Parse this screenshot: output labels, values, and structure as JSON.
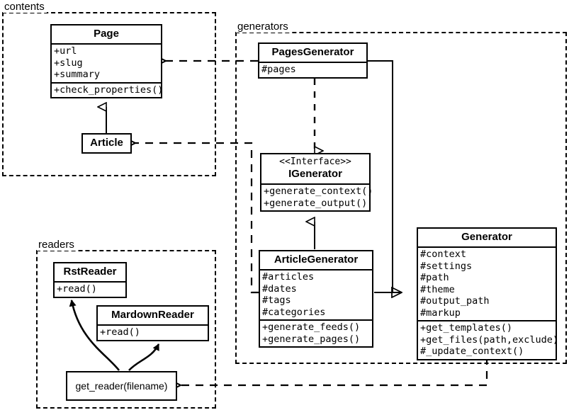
{
  "diagram": {
    "title": "Pelican UML class diagram",
    "background": "#ffffff",
    "line_color": "#000000"
  },
  "packages": [
    {
      "name": "contents",
      "label": "contents"
    },
    {
      "name": "generators",
      "label": "generators"
    },
    {
      "name": "readers",
      "label": "readers"
    }
  ],
  "classes": {
    "page": {
      "name": "Page",
      "attributes": [
        "+url",
        "+slug",
        "+summary"
      ],
      "operations": [
        "+check_properties()"
      ]
    },
    "article": {
      "name": "Article",
      "attributes": [],
      "operations": []
    },
    "pages_generator": {
      "name": "PagesGenerator",
      "attributes": [
        "#pages"
      ],
      "operations": []
    },
    "igenerator": {
      "stereotype": "<<Interface>>",
      "name": "IGenerator",
      "attributes": [],
      "operations": [
        "+generate_context()",
        "+generate_output()"
      ]
    },
    "article_generator": {
      "name": "ArticleGenerator",
      "attributes": [
        "#articles",
        "#dates",
        "#tags",
        "#categories"
      ],
      "operations": [
        "+generate_feeds()",
        "+generate_pages()"
      ]
    },
    "generator": {
      "name": "Generator",
      "attributes": [
        "#context",
        "#settings",
        "#path",
        "#theme",
        "#output_path",
        "#markup"
      ],
      "operations": [
        "+get_templates()",
        "+get_files(path,exclude)",
        "#_update_context()"
      ]
    },
    "rst_reader": {
      "name": "RstReader",
      "attributes": [],
      "operations": [
        "+read()"
      ]
    },
    "mardown_reader": {
      "name": "MardownReader",
      "attributes": [],
      "operations": [
        "+read()"
      ]
    },
    "get_reader": {
      "name": "get_reader(filename)"
    }
  },
  "relationships": [
    {
      "name": "article-inherits-page",
      "type": "generalization",
      "from": "Article",
      "to": "Page"
    },
    {
      "name": "pagesgenerator-realizes-igenerator",
      "type": "realization",
      "from": "PagesGenerator",
      "to": "IGenerator"
    },
    {
      "name": "articlegenerator-implements-igenerator",
      "type": "generalization",
      "from": "ArticleGenerator",
      "to": "IGenerator"
    },
    {
      "name": "articlegenerator-inherits-generator",
      "type": "generalization",
      "from": "ArticleGenerator",
      "to": "Generator"
    },
    {
      "name": "pagesgenerator-inherits-generator",
      "type": "generalization",
      "from": "PagesGenerator",
      "to": "Generator"
    },
    {
      "name": "pagesgenerator-uses-page",
      "type": "dependency",
      "from": "PagesGenerator",
      "to": "Page"
    },
    {
      "name": "articlegenerator-uses-article",
      "type": "dependency",
      "from": "ArticleGenerator",
      "to": "Article"
    },
    {
      "name": "generator-uses-get-reader",
      "type": "dependency",
      "from": "Generator",
      "to": "get_reader(filename)"
    },
    {
      "name": "get-reader-creates-rstreader",
      "type": "creates",
      "from": "get_reader(filename)",
      "to": "RstReader"
    },
    {
      "name": "get-reader-creates-mardownreader",
      "type": "creates",
      "from": "get_reader(filename)",
      "to": "MardownReader"
    }
  ]
}
